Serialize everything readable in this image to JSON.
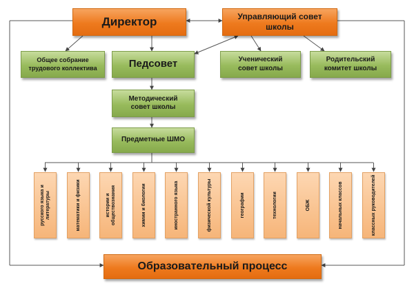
{
  "diagram": {
    "director": "Директор",
    "managing_council": "Управляющий совет школы",
    "general_meeting": "Общее собрание трудового коллектива",
    "pedsovet": "Педсовет",
    "student_council": "Ученический совет школы",
    "parent_committee": "Родительский комитет школы",
    "methodical_council": "Методический совет школы",
    "subject_shmo": "Предметные ШМО",
    "educational_process": "Образовательный процесс",
    "shmo": [
      "русского языка и литературы",
      "математики и физики",
      "истории и обществознания",
      "химии и биологии",
      "иностранного языка",
      "физической культуры",
      "географии",
      "технологии",
      "ОБЖ",
      "начальных классов",
      "классных руководителей"
    ]
  },
  "colors": {
    "orange": "#ee7a1e",
    "green": "#98bb5c",
    "peach": "#f6b579",
    "connector": "#555555"
  }
}
